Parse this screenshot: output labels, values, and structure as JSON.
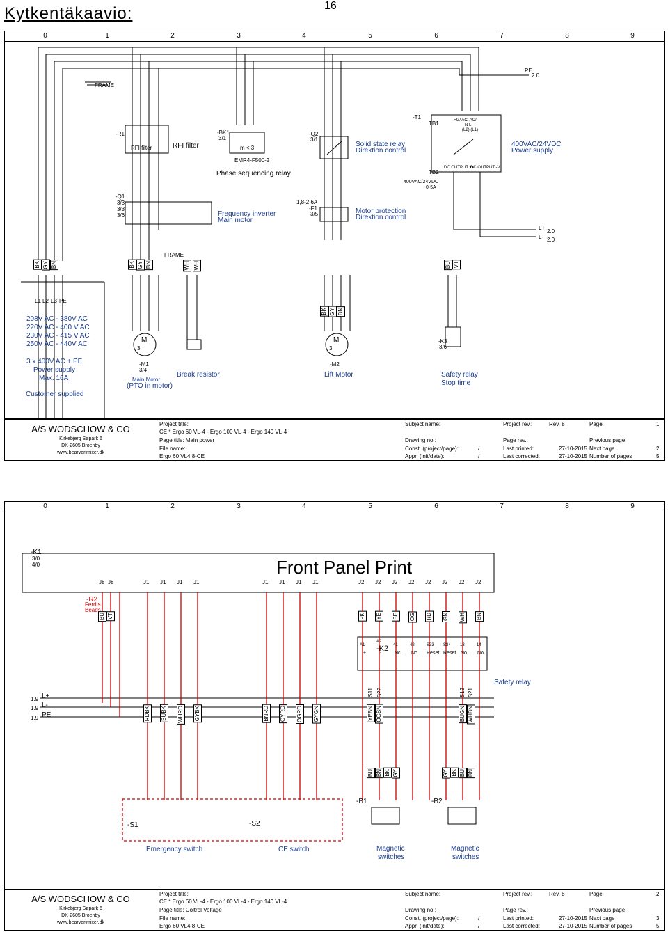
{
  "header": {
    "title": "Kytkentäkaavio:",
    "page_number": "16"
  },
  "columns": [
    "0",
    "1",
    "2",
    "3",
    "4",
    "5",
    "6",
    "7",
    "8",
    "9"
  ],
  "sheet1": {
    "frame_label": "FRAME",
    "frame_label2": "FRAME",
    "pe_ref": "PE",
    "pe_ref_num": "2.0",
    "r1_ref": "-R1",
    "rfi_inner": "RFI filter",
    "rfi_label": "RFI filter",
    "bk1_ref": "-BK1",
    "bk1_sub": "3/1",
    "bk1_inner": "m < 3",
    "bk1_model": "EMR4-F500-2",
    "phase_label": "Phase sequencing relay",
    "q2_ref": "-Q2",
    "q2_sub": "3/1",
    "ssr_label1": "Solid state relay",
    "ssr_label2": "Direktion control",
    "t1_ref": "-T1",
    "tb1": "TB1",
    "tb2": "TB2",
    "psu_label1": "400VAC/24VDC",
    "psu_label2": "Power supply",
    "psu_inputs": "FG/  AC/  AC/",
    "psu_inputs2": "N     L",
    "psu_inputs3": "(L2)  (L1)",
    "dc_out_plus": "DC OUTPUT +V",
    "dc_out_minus": "DC OUTPUT -V",
    "psu_rating1": "400VAC/24VDC",
    "psu_rating2": "0-5A",
    "q1_ref": "-Q1",
    "q1_subs": [
      "3/3",
      "3/3",
      "3/6"
    ],
    "fi_label1": "Frequency inverter",
    "fi_label2": "Main motor",
    "f1_range": "1,8-2,6A",
    "f1_ref": "-F1",
    "f1_sub": "3/5",
    "mp_label1": "Motor protection",
    "mp_label2": "Direktion control",
    "lplus": "L+",
    "lplus_ref": "2.0",
    "lminus": "L-",
    "lminus_ref": "2.0",
    "supply_lines": [
      "208V AC - 380V AC",
      "220V AC - 400 V AC",
      "230V AC - 415 V AC",
      "250V AC - 440V AC"
    ],
    "supply_spec1": "3 x 400V AC + PE",
    "supply_spec2": "Power supply",
    "supply_spec3": "Max. 16A",
    "customer": "Customer supplied",
    "m1_ref": "-M1",
    "m1_sub": "3/4",
    "m1_label1": "Main Motor",
    "m1_label2": "(PTO in motor)",
    "break_resistor": "Break resistor",
    "m2_ref": "-M2",
    "m2_label": "Lift Motor",
    "k3_ref": "-K3",
    "k3_sub": "3/6",
    "safety_relay1": "Safety relay",
    "safety_relay2": "Stop time",
    "tags_left": [
      "BK",
      "GY",
      "BN"
    ],
    "tags_m1": [
      "BK",
      "GY",
      "BN"
    ],
    "tags_wh": [
      "WH",
      "WH"
    ],
    "tags_bu_vt": [
      "BU",
      "VT"
    ],
    "tags_m2": [
      "BK",
      "GY",
      "BN"
    ],
    "l_labels": [
      "L1",
      "L2",
      "L3",
      "PE"
    ],
    "motor_letter": "M",
    "motor_phase": "3"
  },
  "titleblock1": {
    "company": "A/S WODSCHOW & CO",
    "address1": "Kirkebjerg Søpark 6",
    "address2": "DK-2605 Broenby",
    "web": "www.bearvarimixer.dk",
    "project_title_label": "Project title:",
    "project_title": "CE   *  Ergo 60 VL-4 - Ergo 100 VL-4 - Ergo 140 VL-4",
    "page_title": "Page title: Main power",
    "file_name_label": "File name:",
    "file_name": "Ergo 60 VL4.8-CE",
    "subject_label": "Subject name:",
    "drawing_no": "Drawing no.:",
    "const": "Const. (project/page):",
    "appr": "Appr. (init/date):",
    "slash1": "/",
    "slash2": "/",
    "project_rev": "Project rev.:",
    "rev": "Rev. 8",
    "page_rev": "Page rev.:",
    "last_printed": "Last printed:",
    "last_printed_val": "27-10-2015",
    "last_corrected": "Last corrected:",
    "last_corrected_val": "27-10-2015",
    "page_label": "Page",
    "page_val": "1",
    "prev_page": "Previous page",
    "next_page": "Next page",
    "next_page_val": "2",
    "num_pages": "Number of pages:",
    "num_pages_val": "5"
  },
  "sheet2": {
    "k1_ref": "-K1",
    "k1_sub1": "3/0",
    "k1_sub2": "4/0",
    "title": "Front Panel Print",
    "j8": [
      "J8",
      "J8"
    ],
    "j1": [
      "J1",
      "J1",
      "J1",
      "J1",
      "J1",
      "J1",
      "J1",
      "J1"
    ],
    "j2": [
      "J2",
      "J2",
      "J2",
      "J2",
      "J2",
      "J2",
      "J2",
      "J2"
    ],
    "r2_ref": "-R2",
    "r2_l1": "Ferrits",
    "r2_l2": "Beads",
    "tags_r2": [
      "BU",
      "VT"
    ],
    "tags_k2": [
      "PK",
      "YE",
      "BE",
      "OG",
      "RD",
      "GN",
      "WH",
      "BN"
    ],
    "k2_ref": "-K2",
    "k2_pins": [
      "A1",
      "A2",
      "41",
      "42",
      "S33",
      "S34",
      "13",
      "14"
    ],
    "k2_bottom": [
      "+",
      "-",
      "Nc.",
      "Nc.",
      "Reset",
      "Reset",
      "No.",
      "No."
    ],
    "safety_relay": "Safety relay",
    "rail_refs": [
      "1.9",
      "1.9",
      "1.9"
    ],
    "rail_names": [
      "L+",
      "L-",
      "PE"
    ],
    "tags_pairs1": [
      "RDBK",
      "BUBK",
      "WHRD",
      "GYBK"
    ],
    "tags_pairs2": [
      "BNRD",
      "GYRD",
      "OGRD",
      "GYGN"
    ],
    "tags_pairs3": [
      "YEBN",
      "OGBN",
      "BUGN",
      "WHBN"
    ],
    "s_refs": [
      "S11",
      "S22",
      "S12",
      "S21"
    ],
    "tags_b1": [
      "BU",
      "BN",
      "BK",
      "GY"
    ],
    "tags_b2": [
      "GY",
      "BK",
      "BU",
      "BN"
    ],
    "b1_ref": "-B1",
    "b2_ref": "-B2",
    "s1_ref": "-S1",
    "s2_ref": "-S2",
    "emergency": "Emergency switch",
    "ce_switch": "CE switch",
    "magnetic1": "Magnetic",
    "magnetic1b": "switches",
    "magnetic2": "Magnetic",
    "magnetic2b": "switches"
  },
  "titleblock2": {
    "company": "A/S WODSCHOW & CO",
    "address1": "Kirkebjerg Søpark 6",
    "address2": "DK-2605 Broenby",
    "web": "www.bearvarimixer.dk",
    "project_title_label": "Project title:",
    "project_title": "CE   *  Ergo 60 VL-4 - Ergo 100 VL-4 - Ergo 140 VL-4",
    "page_title": "Page title: Coltrol Voltage",
    "file_name_label": "File name:",
    "file_name": "Ergo 60 VL4.8-CE",
    "subject_label": "Subject name:",
    "drawing_no": "Drawing no.:",
    "const": "Const. (project/page):",
    "appr": "Appr. (init/date):",
    "slash1": "/",
    "slash2": "/",
    "project_rev": "Project rev.:",
    "rev": "Rev. 8",
    "page_rev": "Page rev.:",
    "last_printed": "Last printed:",
    "last_printed_val": "27-10-2015",
    "last_corrected": "Last corrected:",
    "last_corrected_val": "27-10-2015",
    "page_label": "Page",
    "page_val": "2",
    "prev_page": "Previous page",
    "next_page": "Next page",
    "next_page_val": "3",
    "num_pages": "Number of pages:",
    "num_pages_val": "5"
  }
}
